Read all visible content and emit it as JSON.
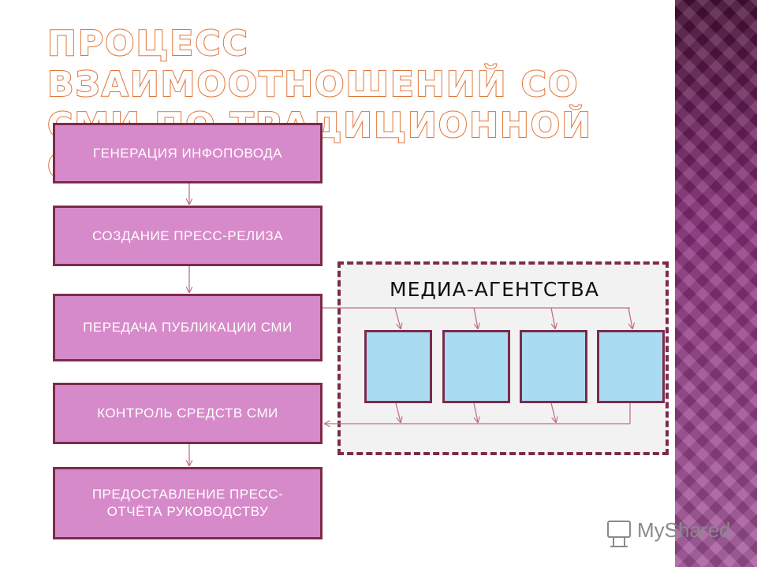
{
  "title": "ПРОЦЕСС ВЗАИМООТНОШЕНИЙ СО СМИ ПО ТРАДИЦИОННОЙ СХЕМЕ",
  "steps": [
    {
      "label": "ГЕНЕРАЦИЯ ИНФОПОВОДА"
    },
    {
      "label": "СОЗДАНИЕ ПРЕСС-РЕЛИЗА"
    },
    {
      "label": "ПЕРЕДАЧА ПУБЛИКАЦИИ СМИ"
    },
    {
      "label": "КОНТРОЛЬ СРЕДСТВ СМИ"
    },
    {
      "label": "ПРЕДОСТАВЛЕНИЕ ПРЕСС-ОТЧЁТА РУКОВОДСТВУ"
    }
  ],
  "media": {
    "label": "МЕДИА-АГЕНТСТВА",
    "agencies": [
      {},
      {},
      {},
      {}
    ]
  },
  "watermark": {
    "text": "MyShared"
  },
  "colors": {
    "step_fill": "#d78ac9",
    "border": "#7d2a4c",
    "agency_fill": "#a9dcf0",
    "title_outline": "#e0763a",
    "panel_fill": "#f2f2f2",
    "connector": "#c0708a"
  }
}
